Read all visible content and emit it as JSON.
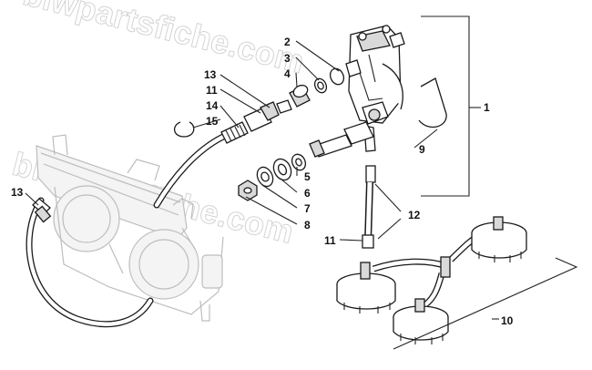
{
  "watermark": "blwpartsfiche.com",
  "callouts": [
    {
      "id": "c1",
      "label": "1"
    },
    {
      "id": "c2",
      "label": "2"
    },
    {
      "id": "c3",
      "label": "3"
    },
    {
      "id": "c4",
      "label": "4"
    },
    {
      "id": "c5",
      "label": "5"
    },
    {
      "id": "c6",
      "label": "6"
    },
    {
      "id": "c7",
      "label": "7"
    },
    {
      "id": "c8",
      "label": "8"
    },
    {
      "id": "c9",
      "label": "9"
    },
    {
      "id": "c10",
      "label": "10"
    },
    {
      "id": "c11a",
      "label": "11"
    },
    {
      "id": "c11b",
      "label": "11"
    },
    {
      "id": "c12",
      "label": "12"
    },
    {
      "id": "c13a",
      "label": "13"
    },
    {
      "id": "c13b",
      "label": "13"
    },
    {
      "id": "c14",
      "label": "14"
    },
    {
      "id": "c15",
      "label": "15"
    }
  ]
}
